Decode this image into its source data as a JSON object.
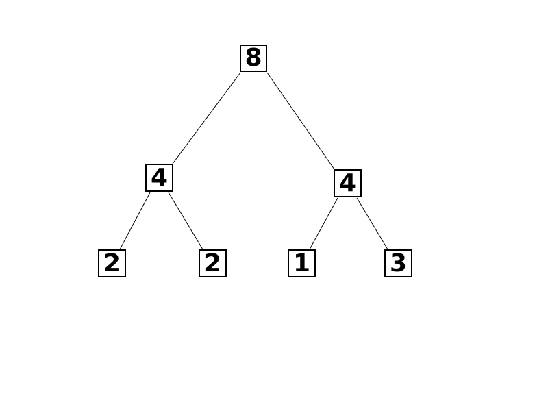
{
  "diagram": {
    "type": "binary-tree",
    "background_color": "#ffffff",
    "node_style": {
      "fill": "#ffffff",
      "border_color": "#000000",
      "text_color": "#000000"
    },
    "edge_color": "#000000",
    "nodes": [
      {
        "id": "root",
        "value": "8"
      },
      {
        "id": "left",
        "value": "4"
      },
      {
        "id": "right",
        "value": "4"
      },
      {
        "id": "left-left",
        "value": "2"
      },
      {
        "id": "left-right",
        "value": "2"
      },
      {
        "id": "right-left",
        "value": "1"
      },
      {
        "id": "right-right",
        "value": "3"
      }
    ],
    "edges": [
      {
        "from": "root",
        "to": "left"
      },
      {
        "from": "root",
        "to": "right"
      },
      {
        "from": "left",
        "to": "left-left"
      },
      {
        "from": "left",
        "to": "left-right"
      },
      {
        "from": "right",
        "to": "right-left"
      },
      {
        "from": "right",
        "to": "right-right"
      }
    ]
  }
}
